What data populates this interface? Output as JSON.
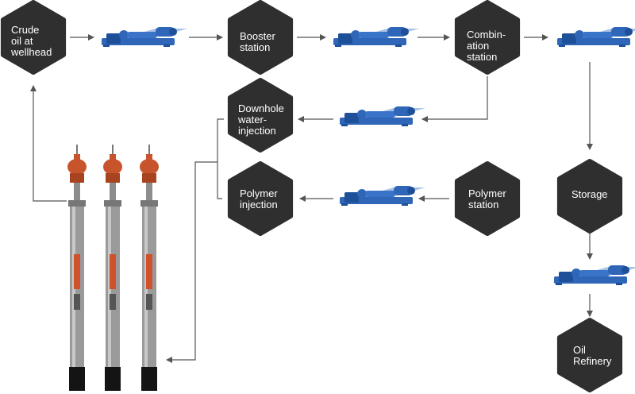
{
  "colors": {
    "hexagon": "#2f2f2f",
    "hexagon_text": "#ffffff",
    "arrow": "#555555",
    "pump_body": "#2f66b8",
    "pump_dark": "#1e4f99",
    "wellhead": "#c7542c",
    "well_pipe": "#9a9a9a",
    "well_bottom": "#141414",
    "heater_band": "#d0522a"
  },
  "nodes": {
    "crude_oil": "Crude\noil at\nwellhead",
    "booster": "Booster\nstation",
    "combination": "Combin-\nation\nstation",
    "downhole": "Downhole\nwater-\ninjection",
    "polymer_injection": "Polymer\ninjection",
    "polymer_station": "Polymer\nstation",
    "storage": "Storage",
    "refinery": "Oil\nRefinery"
  },
  "icons": {
    "pump": "progressive-cavity-pump-icon",
    "well": "downhole-pump-well-icon"
  }
}
